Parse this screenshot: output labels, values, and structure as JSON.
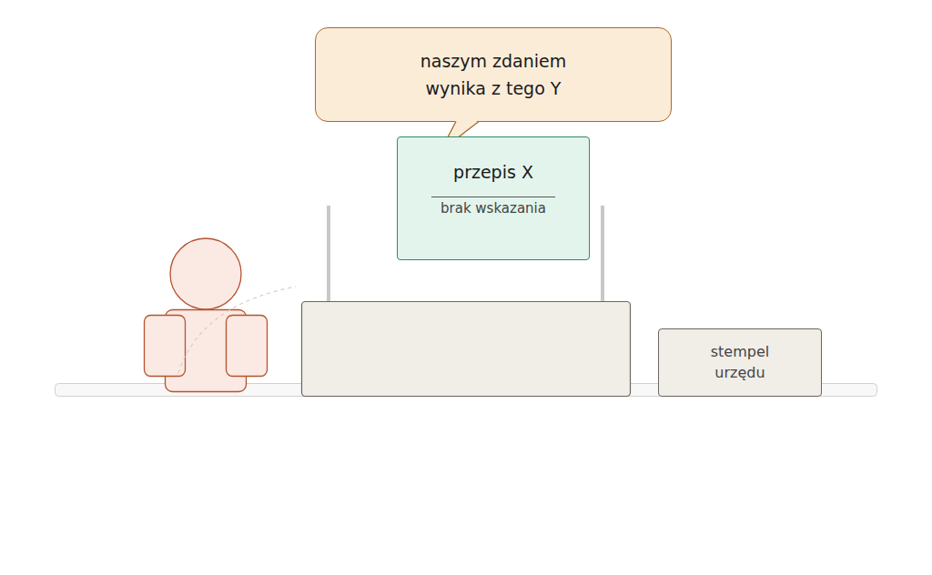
{
  "diagram": {
    "nodes": [
      {
        "text": [
          "naszym zdaniem wynika z tego Y"
        ]
      },
      {
        "text": [
          "przepis X",
          "brak wskazania"
        ]
      },
      {
        "text": [
          "stempel urzędu"
        ]
      }
    ]
  }
}
